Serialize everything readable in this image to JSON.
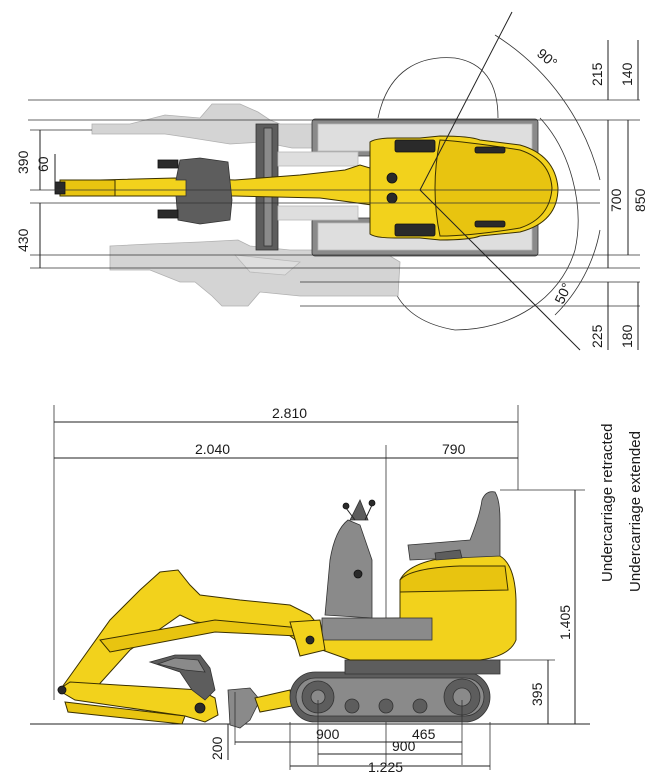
{
  "top_view": {
    "angle_right": "90°",
    "angle_left": "50°",
    "dim_390": "390",
    "dim_60": "60",
    "dim_430": "430",
    "dim_215": "215",
    "dim_140": "140",
    "dim_700": "700",
    "dim_850": "850",
    "dim_225": "225",
    "dim_180": "180"
  },
  "side_view": {
    "overall_length": "2.810",
    "front_length": "2.040",
    "rear_length": "790",
    "height": "1.405",
    "clearance_rear": "395",
    "dig_depth": "200",
    "track_900_left": "900",
    "track_465": "465",
    "track_900_center": "900",
    "track_length": "1.225"
  },
  "legend": {
    "retracted": "Undercarriage retracted",
    "extended": "Undercarriage extended"
  },
  "colors": {
    "machine_yellow": "#f2d21c",
    "shadow_grey": "#d4d4d4",
    "track_dark": "#5d5d5d"
  }
}
